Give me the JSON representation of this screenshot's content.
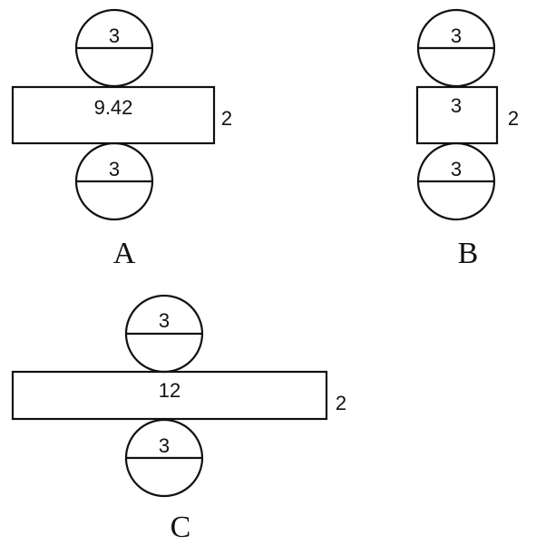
{
  "figures": {
    "A": {
      "letter": "A",
      "circle_top_diameter": "3",
      "rect_length": "9.42",
      "rect_width": "2",
      "circle_bottom_diameter": "3"
    },
    "B": {
      "letter": "B",
      "circle_top_diameter": "3",
      "rect_length": "3",
      "rect_width": "2",
      "circle_bottom_diameter": "3"
    },
    "C": {
      "letter": "C",
      "circle_top_diameter": "3",
      "rect_length": "12",
      "rect_width": "2",
      "circle_bottom_diameter": "3"
    }
  },
  "colors": {
    "stroke": "#111111",
    "background": "#ffffff"
  }
}
